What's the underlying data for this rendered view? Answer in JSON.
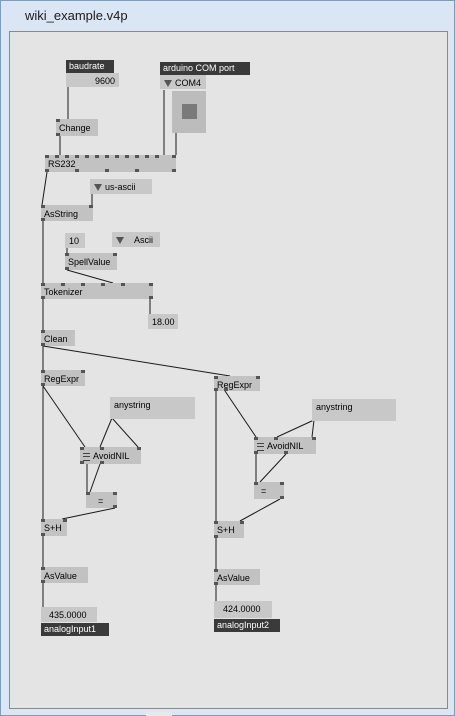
{
  "window": {
    "title": "wiki_example.v4p"
  },
  "nodes": {
    "baudrate_label": "baudrate",
    "baudrate_value": "9600",
    "com_port_label": "arduino COM port",
    "com_port_value": "COM4",
    "change": "Change",
    "rs232": "RS232",
    "encoding_value": "us-ascii",
    "asstring": "AsString",
    "spell_input": "10",
    "spell_mode_value": "Ascii",
    "spellvalue": "SpellValue",
    "tokenizer": "Tokenizer",
    "tokenizer_out": "18.00",
    "clean": "Clean",
    "regexpr_left": "RegExpr",
    "regexpr_right": "RegExpr",
    "anystring_left": "anystring",
    "anystring_right": "anystring",
    "avoidnil_left": "AvoidNIL",
    "avoidnil_right": "AvoidNIL",
    "equals_left": "=",
    "equals_right": "=",
    "sh_left": "S+H",
    "sh_right": "S+H",
    "asvalue_left": "AsValue",
    "asvalue_right": "AsValue",
    "output_left_value": "435.0000",
    "output_left_label": "analogInput1",
    "output_right_value": "424.0000",
    "output_right_label": "analogInput2"
  }
}
